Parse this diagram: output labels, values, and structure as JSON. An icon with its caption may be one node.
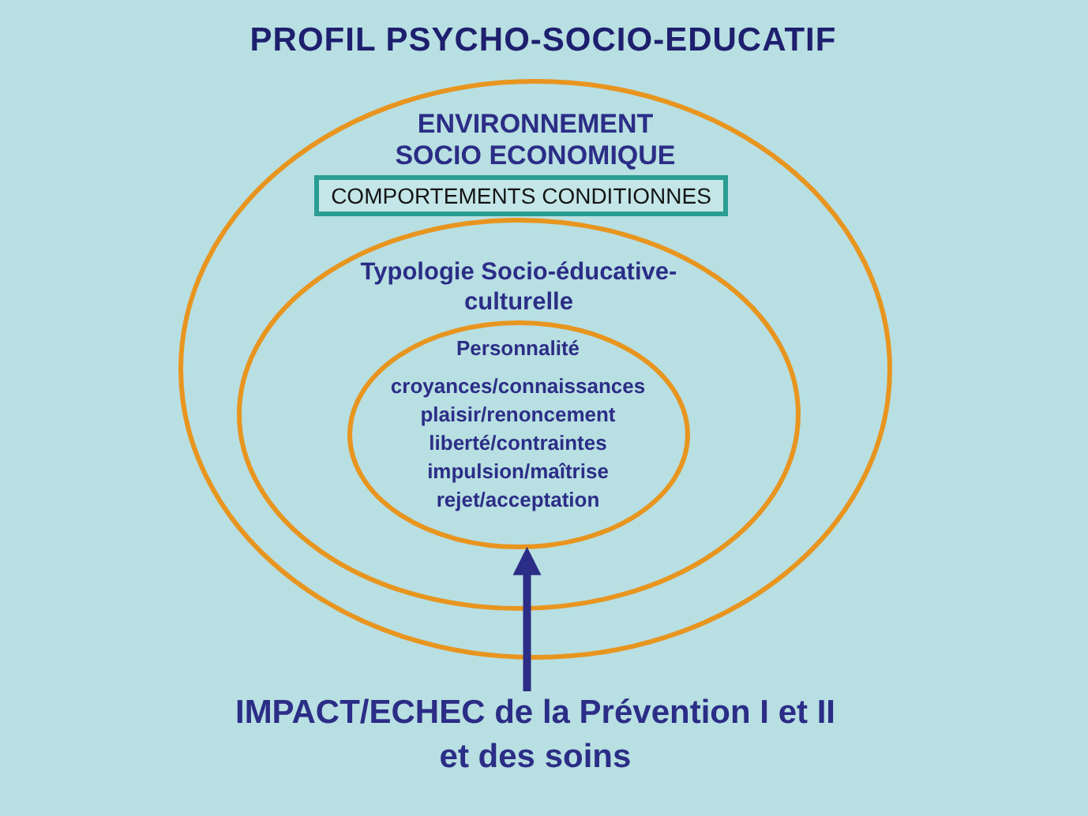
{
  "diagram": {
    "title": "PROFIL PSYCHO-SOCIO-EDUCATIF",
    "nodes": [
      {
        "text": [
          "ENVIRONNEMENT SOCIO ECONOMIQUE"
        ]
      },
      {
        "text": [
          "COMPORTEMENTS CONDITIONNES"
        ],
        "in": 0
      },
      {
        "text": [
          "Typologie Socio-éducative-culturelle"
        ],
        "in": 0
      },
      {
        "text": [
          "Personnalité",
          "croyances/connaissances",
          "plaisir/renoncement",
          "liberté/contraintes",
          "impulsion/maîtrise",
          "rejet/acceptation"
        ],
        "in": 2
      },
      {
        "text": [
          "IMPACT/ECHEC de la Prévention I et II et des soins"
        ]
      }
    ],
    "edges": [
      {
        "from": 4,
        "to": 3,
        "arrow": "to"
      }
    ]
  }
}
